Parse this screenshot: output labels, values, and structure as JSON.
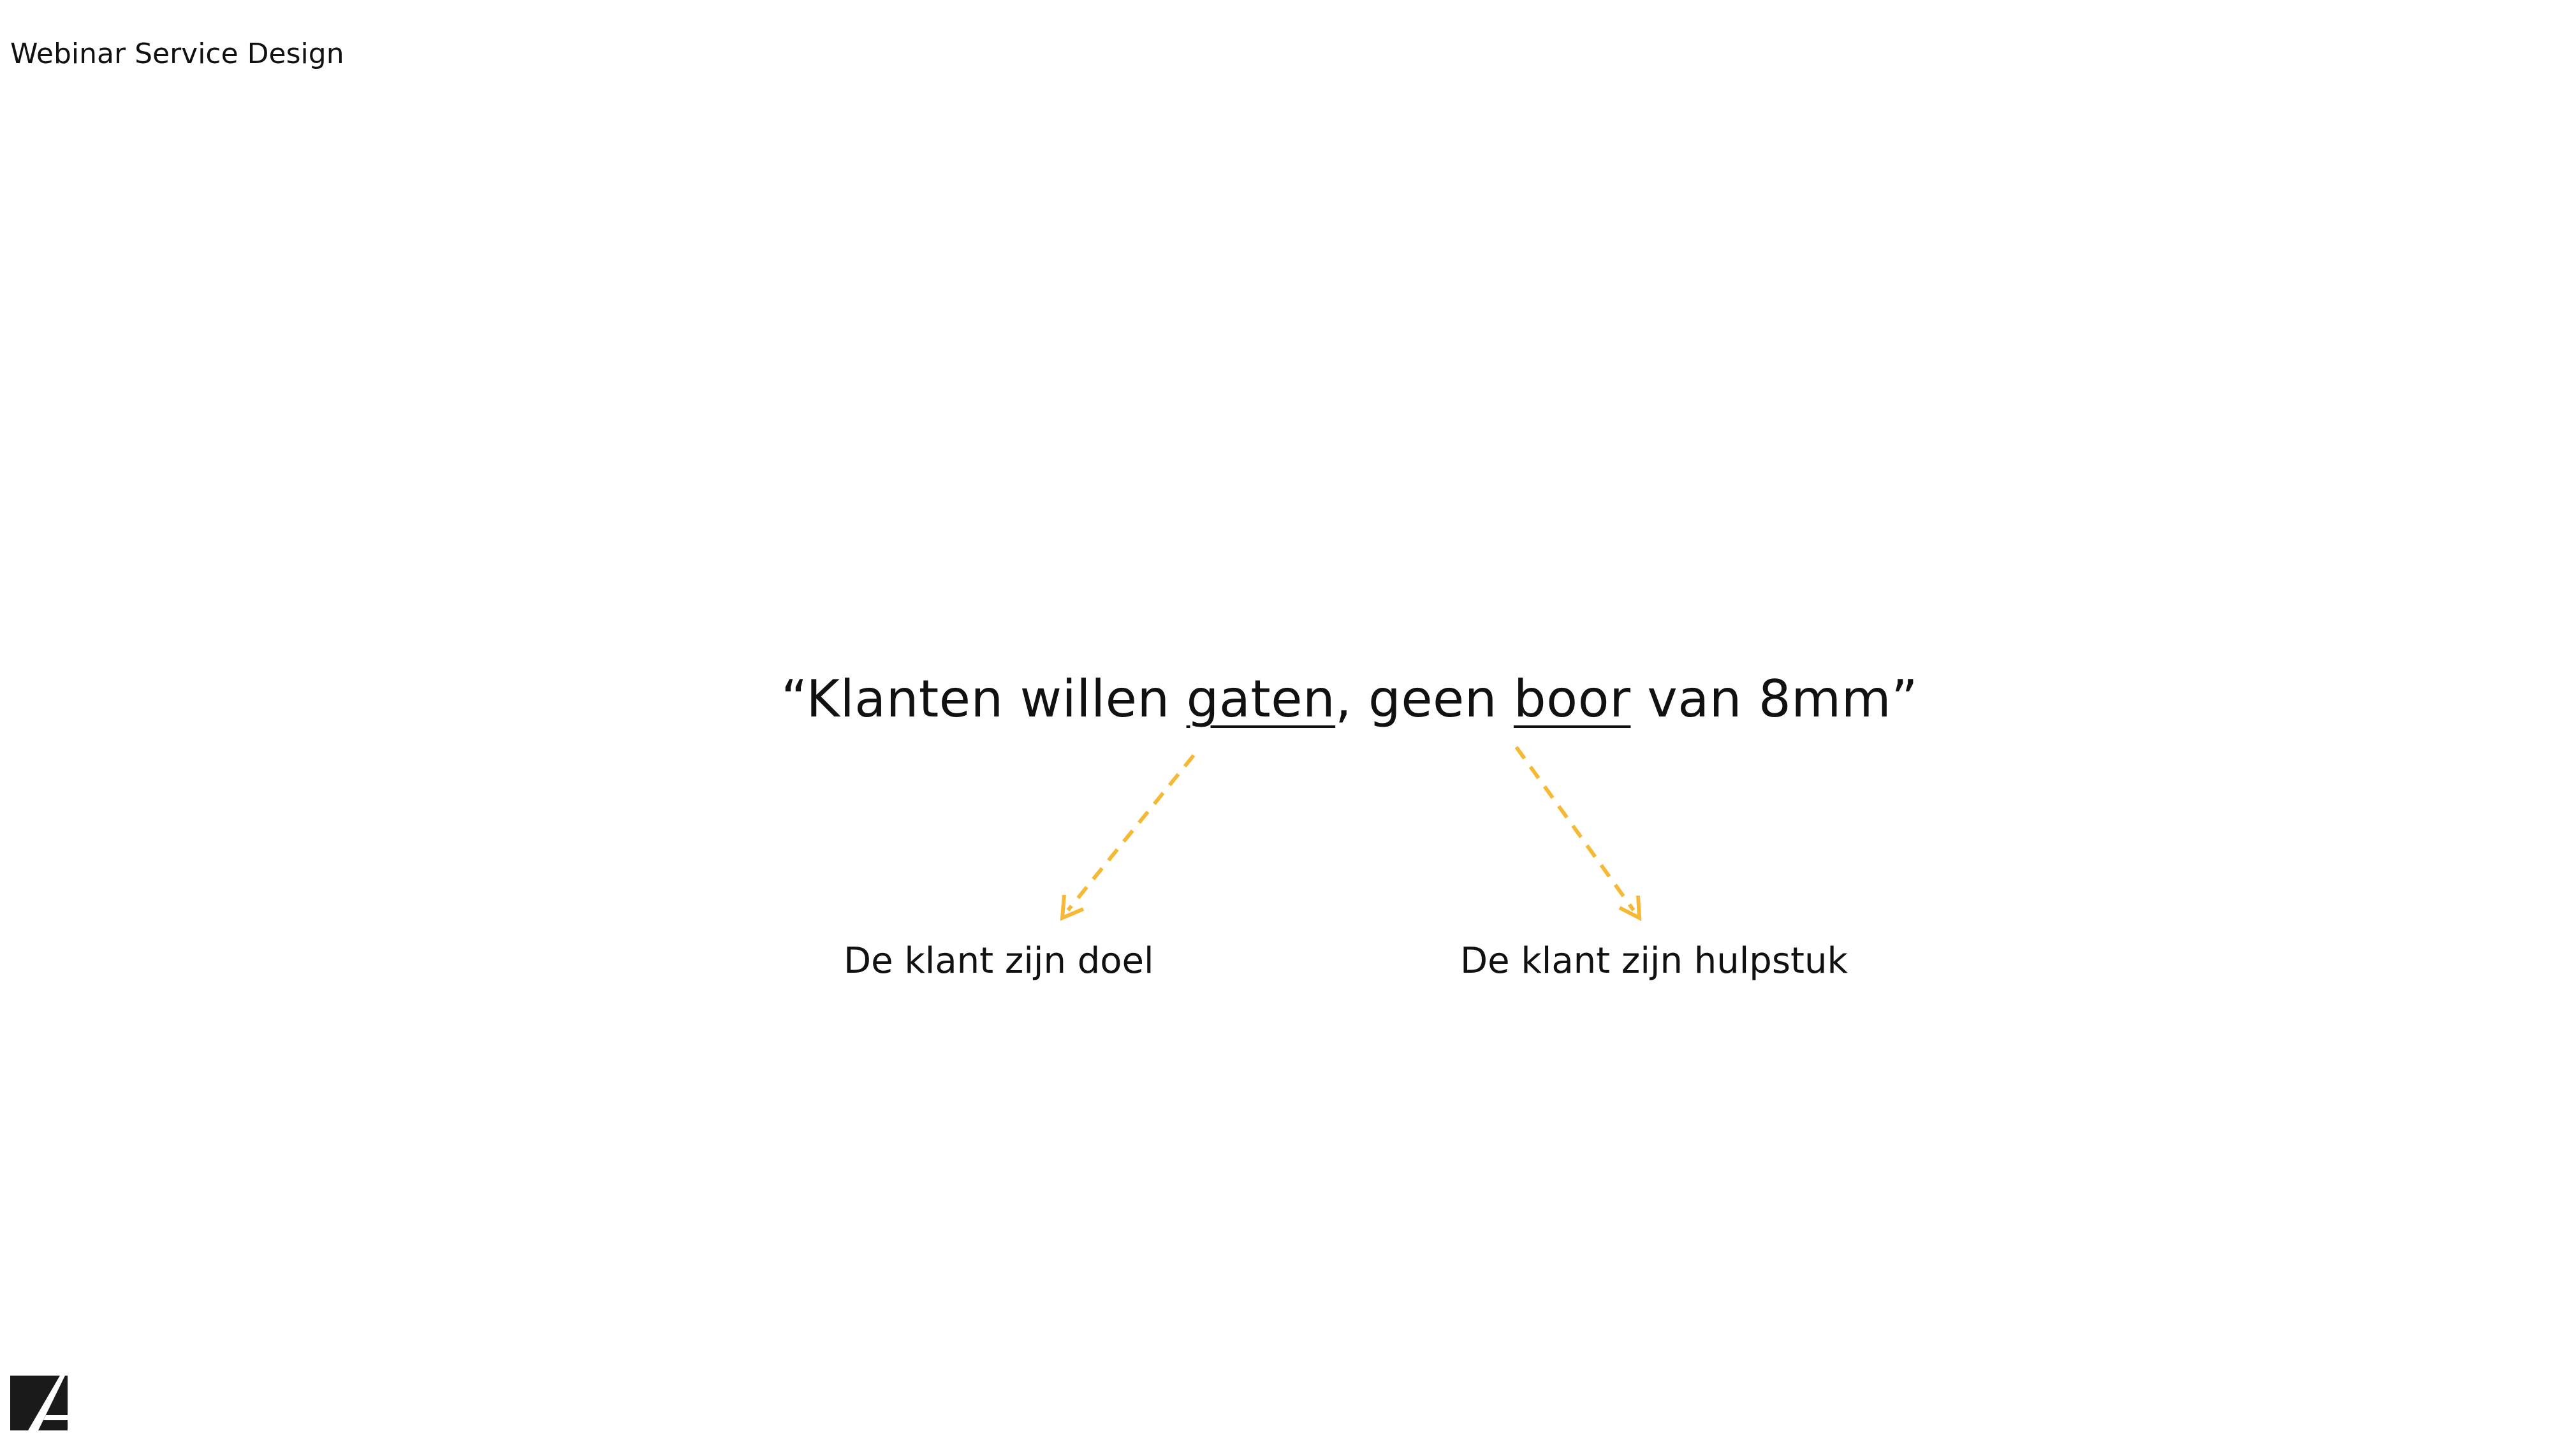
{
  "header": {
    "label": "Webinar Service Design"
  },
  "quote": {
    "open_mark": "“",
    "part1": "Klanten willen ",
    "underlined1": "gaten",
    "part2": ", geen ",
    "underlined2": "boor",
    "part3": " van 8mm",
    "close_mark": "”"
  },
  "labels": {
    "left": "De klant zijn doel",
    "right": "De klant zijn hulpstuk"
  },
  "colors": {
    "arrow": "#F5B935",
    "text": "#111111",
    "background": "#FFFFFF",
    "logo": "#1A1A1A"
  },
  "icons": {
    "logo": "brand-logo-icon",
    "arrow": "dashed-arrow-icon"
  }
}
